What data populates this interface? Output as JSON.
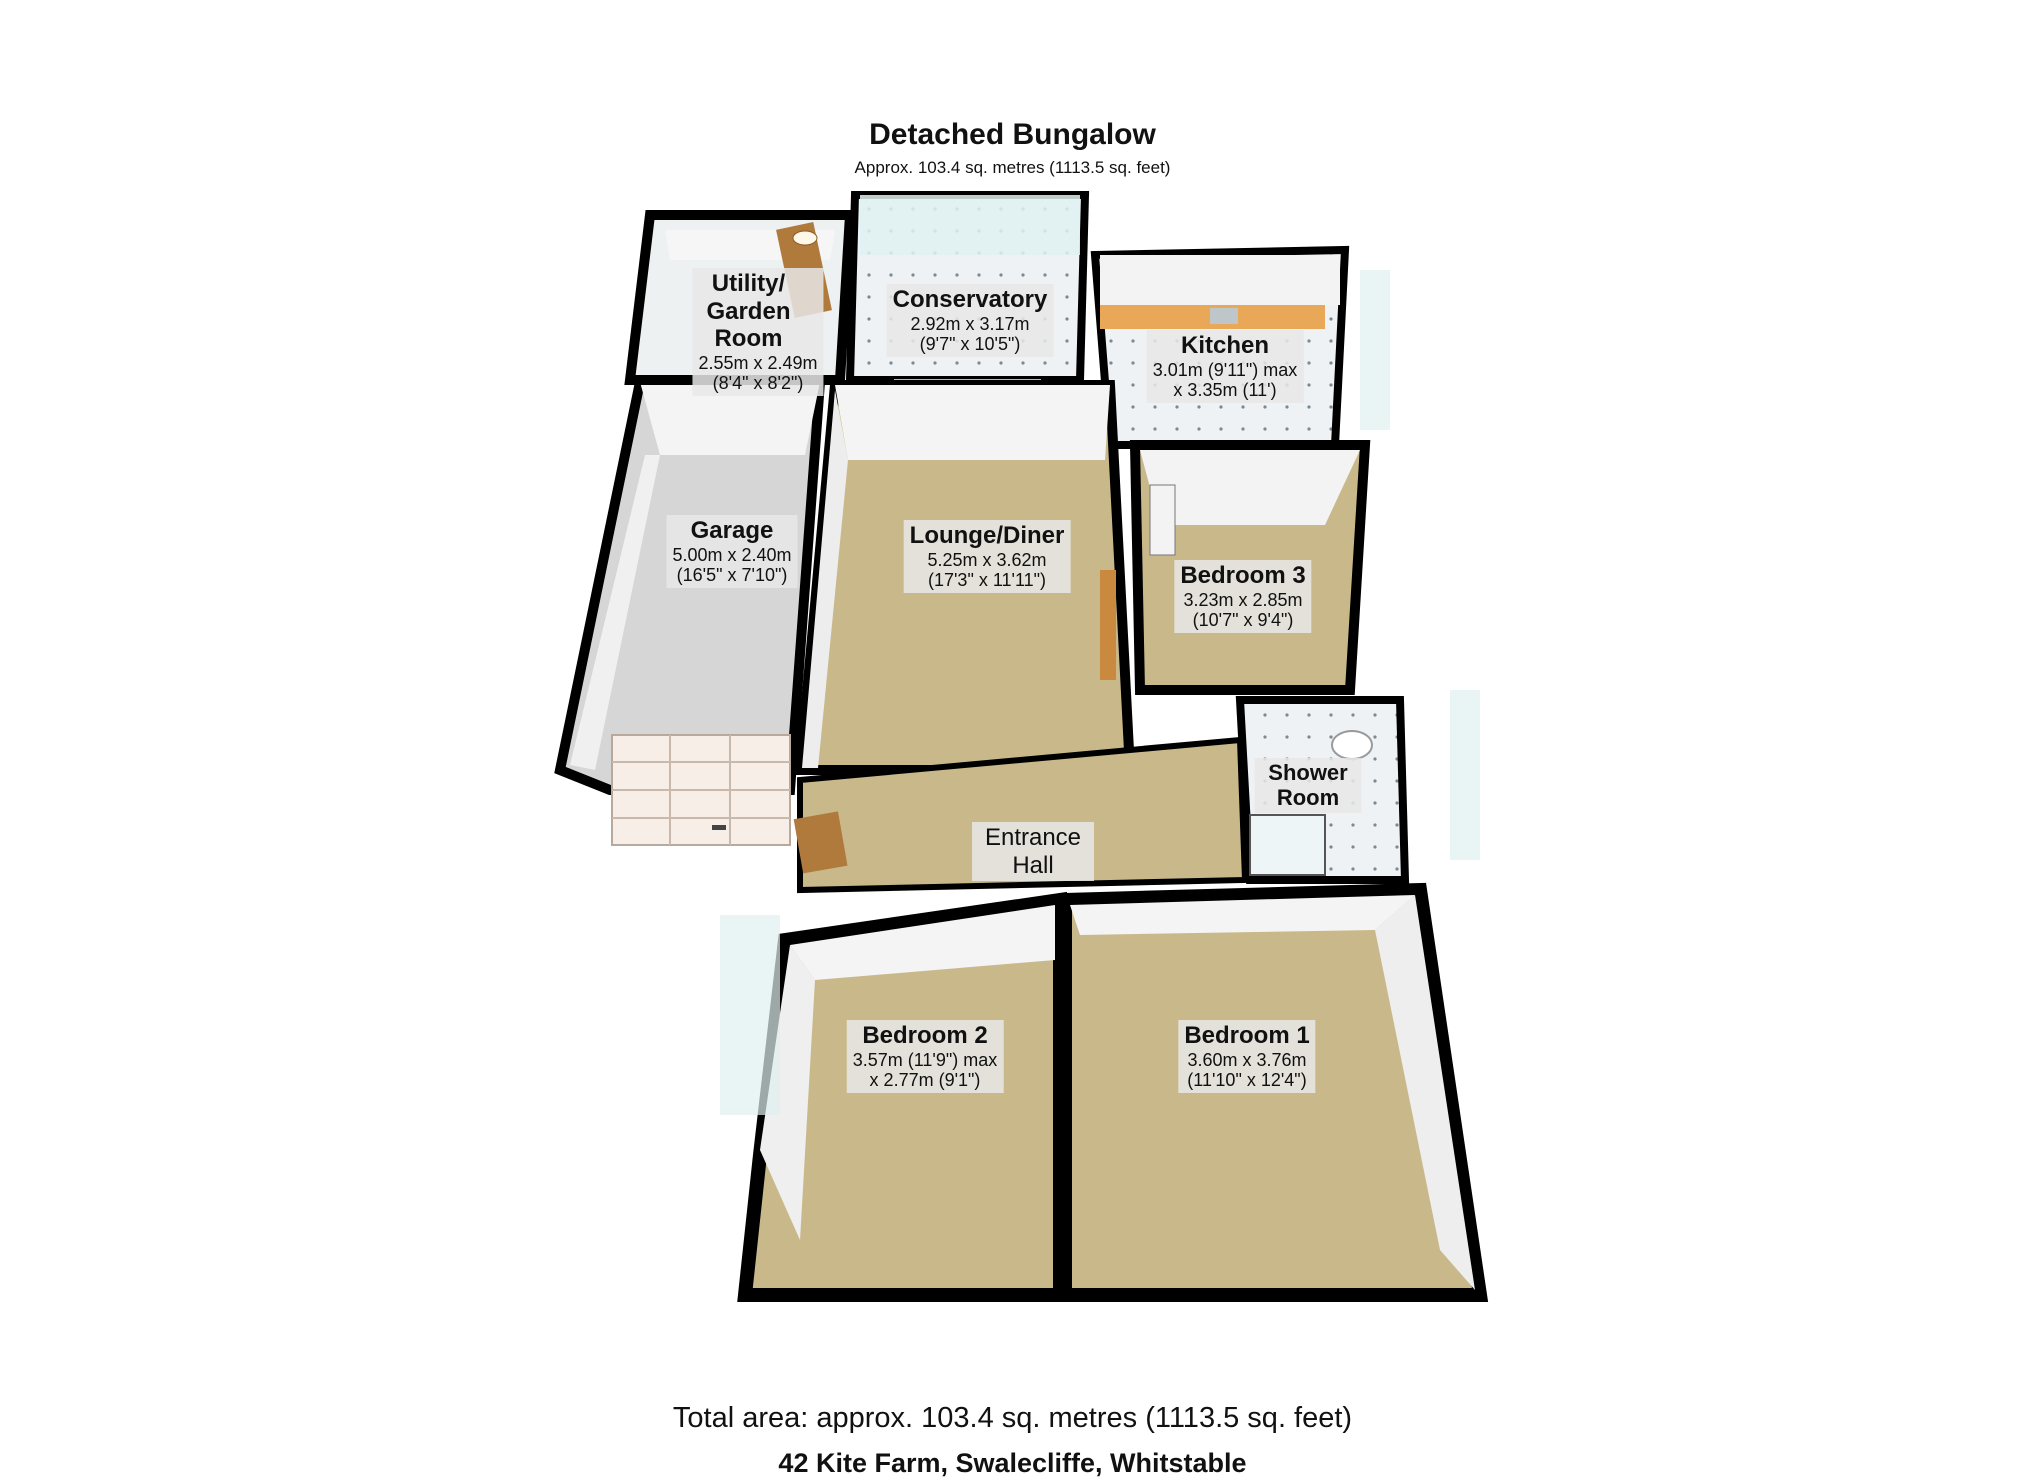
{
  "title": "Detached Bungalow",
  "subtitle": "Approx. 103.4 sq. metres (1113.5 sq. feet)",
  "rooms": {
    "utility": {
      "name": "Utility/ Garden Room",
      "dim1": "2.55m x 2.49m",
      "dim2": "(8'4\" x 8'2\")"
    },
    "conservatory": {
      "name": "Conservatory",
      "dim1": "2.92m x 3.17m",
      "dim2": "(9'7\" x 10'5\")"
    },
    "kitchen": {
      "name": "Kitchen",
      "dim1": "3.01m (9'11\") max",
      "dim2": "x 3.35m (11')"
    },
    "garage": {
      "name": "Garage",
      "dim1": "5.00m x 2.40m",
      "dim2": "(16'5\" x 7'10\")"
    },
    "lounge": {
      "name": "Lounge/Diner",
      "dim1": "5.25m x 3.62m",
      "dim2": "(17'3\" x 11'11\")"
    },
    "bedroom3": {
      "name": "Bedroom 3",
      "dim1": "3.23m x 2.85m",
      "dim2": "(10'7\" x 9'4\")"
    },
    "shower": {
      "name": "Shower Room"
    },
    "hall": {
      "name": "Entrance Hall"
    },
    "bedroom2": {
      "name": "Bedroom 2",
      "dim1": "3.57m (11'9\") max",
      "dim2": "x 2.77m (9'1\")"
    },
    "bedroom1": {
      "name": "Bedroom 1",
      "dim1": "3.60m x 3.76m",
      "dim2": "(11'10\" x 12'4\")"
    }
  },
  "footer": {
    "area": "Total area: approx. 103.4 sq. metres (1113.5 sq. feet)",
    "address": "42 Kite Farm, Swalecliffe, Whitstable"
  },
  "colors": {
    "carpet": "#c9b98a",
    "wall_inner": "#f2f2f2",
    "wall_top": "#000000",
    "tile": "#e6edf0",
    "window": "#dff1f0",
    "door": "#b07a3d",
    "concrete": "#d5d5d5"
  }
}
